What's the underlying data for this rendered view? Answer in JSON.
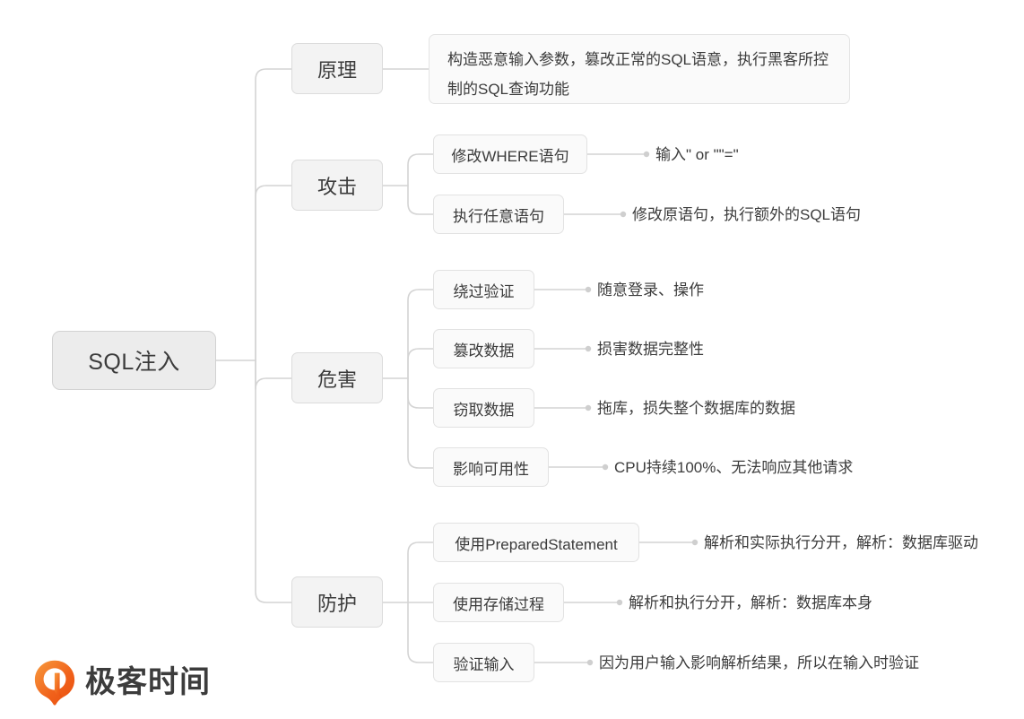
{
  "diagram": {
    "type": "mindmap",
    "title": "SQL注入",
    "root": {
      "label": "SQL注入"
    },
    "branches": [
      {
        "label": "原理",
        "children": [
          {
            "label": "构造恶意输入参数，篡改正常的SQL语意，执行黑客所控制的SQL查询功能",
            "kind": "box"
          }
        ]
      },
      {
        "label": "攻击",
        "children": [
          {
            "label": "修改WHERE语句",
            "kind": "box",
            "note": "输入\" or \"\"=\""
          },
          {
            "label": "执行任意语句",
            "kind": "box",
            "note": "修改原语句，执行额外的SQL语句"
          }
        ]
      },
      {
        "label": "危害",
        "children": [
          {
            "label": "绕过验证",
            "kind": "box",
            "note": "随意登录、操作"
          },
          {
            "label": "篡改数据",
            "kind": "box",
            "note": "损害数据完整性"
          },
          {
            "label": "窃取数据",
            "kind": "box",
            "note": "拖库，损失整个数据库的数据"
          },
          {
            "label": "影响可用性",
            "kind": "box",
            "note": "CPU持续100%、无法响应其他请求"
          }
        ]
      },
      {
        "label": "防护",
        "children": [
          {
            "label": "使用PreparedStatement",
            "kind": "box",
            "note": "解析和实际执行分开，解析：数据库驱动"
          },
          {
            "label": "使用存储过程",
            "kind": "box",
            "note": "解析和执行分开，解析：数据库本身"
          },
          {
            "label": "验证输入",
            "kind": "box",
            "note": "因为用户输入影响解析结果，所以在输入时验证"
          }
        ]
      }
    ]
  },
  "brand": {
    "name": "极客时间",
    "accent": "#F0601A",
    "accent_light": "#F79A3E"
  },
  "style": {
    "background": "#ffffff",
    "line_color": "#d4d4d4",
    "dot_color": "#cfcfcf",
    "root_fill": "#ececec",
    "branch_fill": "#f3f3f3",
    "leaf_fill": "#fafafa",
    "text_color": "#3c3c3c"
  }
}
